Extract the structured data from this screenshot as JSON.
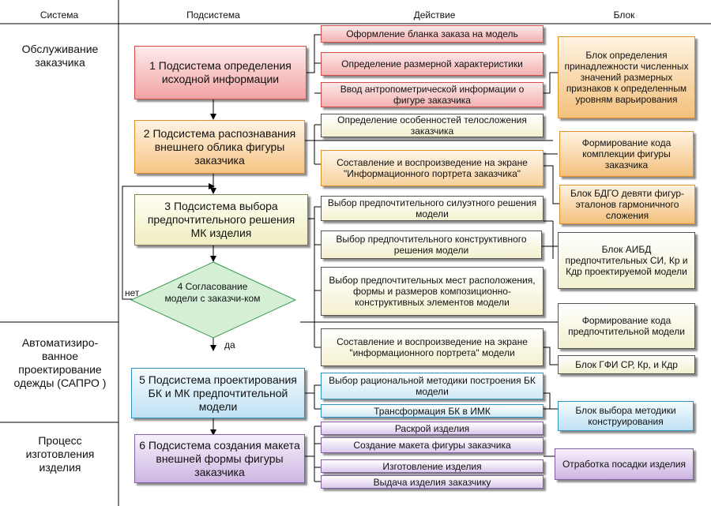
{
  "headers": {
    "system": "Система",
    "subsystem": "Подсистема",
    "action": "Действие",
    "block": "Блок"
  },
  "systems": [
    "Обслуживание заказчика",
    "Автоматизиро-ванное проектирование одежды (САПРО )",
    "Процесс изготовления изделия"
  ],
  "subsystems": {
    "s1": "1 Подсистема определения исходной информации",
    "s2": "2 Подсистема распознавания внешнего облика фигуры заказчика",
    "s3": "3 Подсистема выбора предпочтительного решения МК изделия",
    "s4": "4 Согласование модели с заказчи-ком",
    "s5": "5 Подсистема проектирования БК и МК предпочтительной модели",
    "s6": "6 Подсистема создания макета внешней формы фигуры заказчика"
  },
  "actions": {
    "a1": "Оформление бланка заказа на модель",
    "a2": "Определение размерной характеристики",
    "a3": "Ввод антропометрической информации о фигуре заказчика",
    "a4": "Определение особенностей телосложения заказчика",
    "a5": "Составление и воспроизведение на экране \"Информационного портрета заказчика\"",
    "a6": "Выбор предпочтительного силуэтного решения модели",
    "a7": "Выбор предпочтительного конструктивного решения модели",
    "a8": "Выбор предпочтительных мест расположения, формы и размеров композиционно-конструктивных элементов модели",
    "a9": "Составление и воспроизведение на экране \"информационного портрета\" модели",
    "a10": "Выбор рациональной методики построения БК модели",
    "a11": "Трансформация БК в ИМК",
    "a12": "Раскрой изделия",
    "a13": "Создание макета фигуры заказчика",
    "a14": "Изготовление изделия",
    "a15": "Выдача изделия заказчику"
  },
  "blocks": {
    "b1": "Блок определения принадлежности численных значений размерных признаков к определенным уровням варьирования",
    "b2": "Формирование кода комплекции фигуры заказчика",
    "b3": "Блок БДГО девяти фигур-эталонов гармоничного сложения",
    "b4": "Блок АИБД предпочтительных СИ, Кр и Кдр проектируемой модели",
    "b5": "Формирование кода предпочтительной модели",
    "b6": "Блок ГФИ СР, Кр, и Кдр",
    "b7": "Блок выбора методики конструирования",
    "b8": "Отработка посадки изделия"
  },
  "labels": {
    "no": "нет",
    "yes": "да"
  }
}
